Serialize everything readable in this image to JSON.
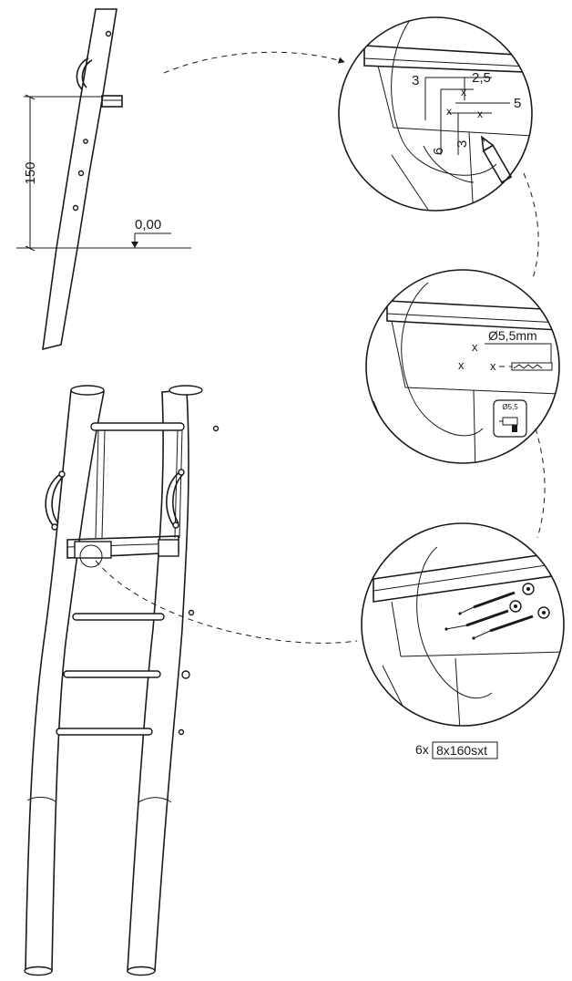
{
  "elevation_view": {
    "height_value": "150",
    "level_value": "0,00"
  },
  "detail_1": {
    "dim_left": "3",
    "dim_top": "2,5",
    "dim_right": "5",
    "dim_bottom_left": "6",
    "dim_bottom_mid": "3"
  },
  "detail_2": {
    "drill_diameter": "Ø5,5mm",
    "tool_badge_label": "Ø5,5"
  },
  "detail_3": {
    "screw_quantity": "6x",
    "screw_code": "8x160sxt"
  },
  "icons": [
    "pencil-icon",
    "drill-icon",
    "screw-icon"
  ]
}
